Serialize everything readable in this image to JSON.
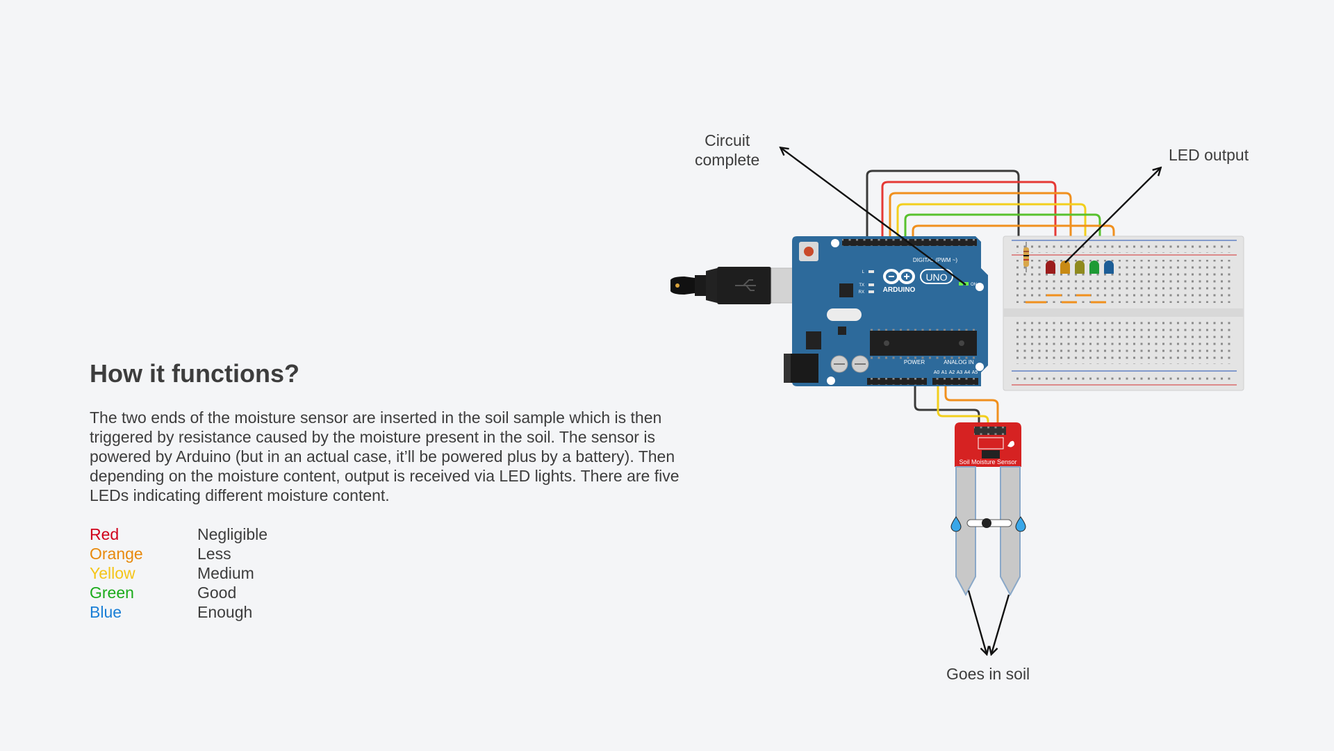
{
  "heading": "How it functions?",
  "description": "The two ends of the moisture sensor are inserted in the soil sample which is then triggered by resistance caused by the moisture present in the soil. The sensor is powered by Arduino (but in an actual case, it’ll be powered plus by a battery). Then depending on the moisture content, output is received via LED lights. There are five LEDs indicating different moisture content.",
  "legend": [
    {
      "color_name": "Red",
      "meaning": "Negligible",
      "hex": "#d0021b"
    },
    {
      "color_name": "Orange",
      "meaning": "Less",
      "hex": "#e8890c"
    },
    {
      "color_name": "Yellow",
      "meaning": "Medium",
      "hex": "#f5c518"
    },
    {
      "color_name": "Green",
      "meaning": "Good",
      "hex": "#1aab1a"
    },
    {
      "color_name": "Blue",
      "meaning": "Enough",
      "hex": "#1a7fd6"
    }
  ],
  "callouts": {
    "circuit_line1": "Circuit",
    "circuit_line2": "complete",
    "led_output": "LED output",
    "soil": "Goes in soil"
  },
  "board": {
    "logo_text": "ARDUINO",
    "model": "UNO",
    "digital_label": "DIGITAL (PWM ~)",
    "power_label": "POWER",
    "analog_label": "ANALOG IN",
    "analog_pins": [
      "A0",
      "A1",
      "A2",
      "A3",
      "A4",
      "A5"
    ],
    "tx": "TX",
    "rx": "RX",
    "l": "L",
    "on": "ON"
  },
  "sensor_label": "Soil Moisture Sensor",
  "wire_colors": {
    "dark": "#3a3a3a",
    "red": "#e53935",
    "orange": "#f0901e",
    "yellow": "#f2cf1d",
    "green": "#58c12e",
    "board_blue": "#2d6a9b"
  }
}
